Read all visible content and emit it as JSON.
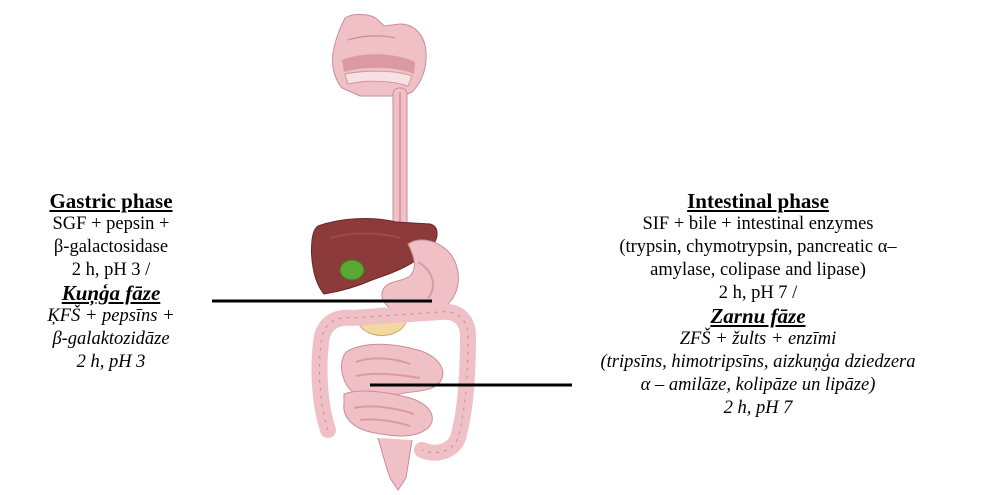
{
  "gastric": {
    "heading_en": "Gastric phase",
    "line1": "SGF + pepsin +",
    "line2": "β-galactosidase",
    "line3": "2 h, pH 3 /",
    "heading_lv": "Kuņģa fāze",
    "line4": "ĶFŠ + pepsīns +",
    "line5": "β-galaktozidāze",
    "line6": "2 h, pH 3"
  },
  "intestinal": {
    "heading_en": "Intestinal phase",
    "line1": "SIF + bile + intestinal enzymes",
    "line2": "(trypsin, chymotrypsin, pancreatic α–",
    "line3": "amylase, colipase and lipase)",
    "line4": "2 h, pH 7 /",
    "heading_lv": "Zarnu fāze",
    "line5": "ZFŠ + žults + enzīmi",
    "line6": "(tripsīns, himotripsīns, aizkuņģa dziedzera",
    "line7": "α – amilāze, kolipāze un lipāze)",
    "line8": "2 h, pH 7"
  },
  "colors": {
    "skin": "#efc1c6",
    "skin_dark": "#d99aa3",
    "liver": "#8c3a3a",
    "gallbladder": "#5aa832",
    "pancreas": "#f3d9a0",
    "pointer_line": "#000000"
  }
}
